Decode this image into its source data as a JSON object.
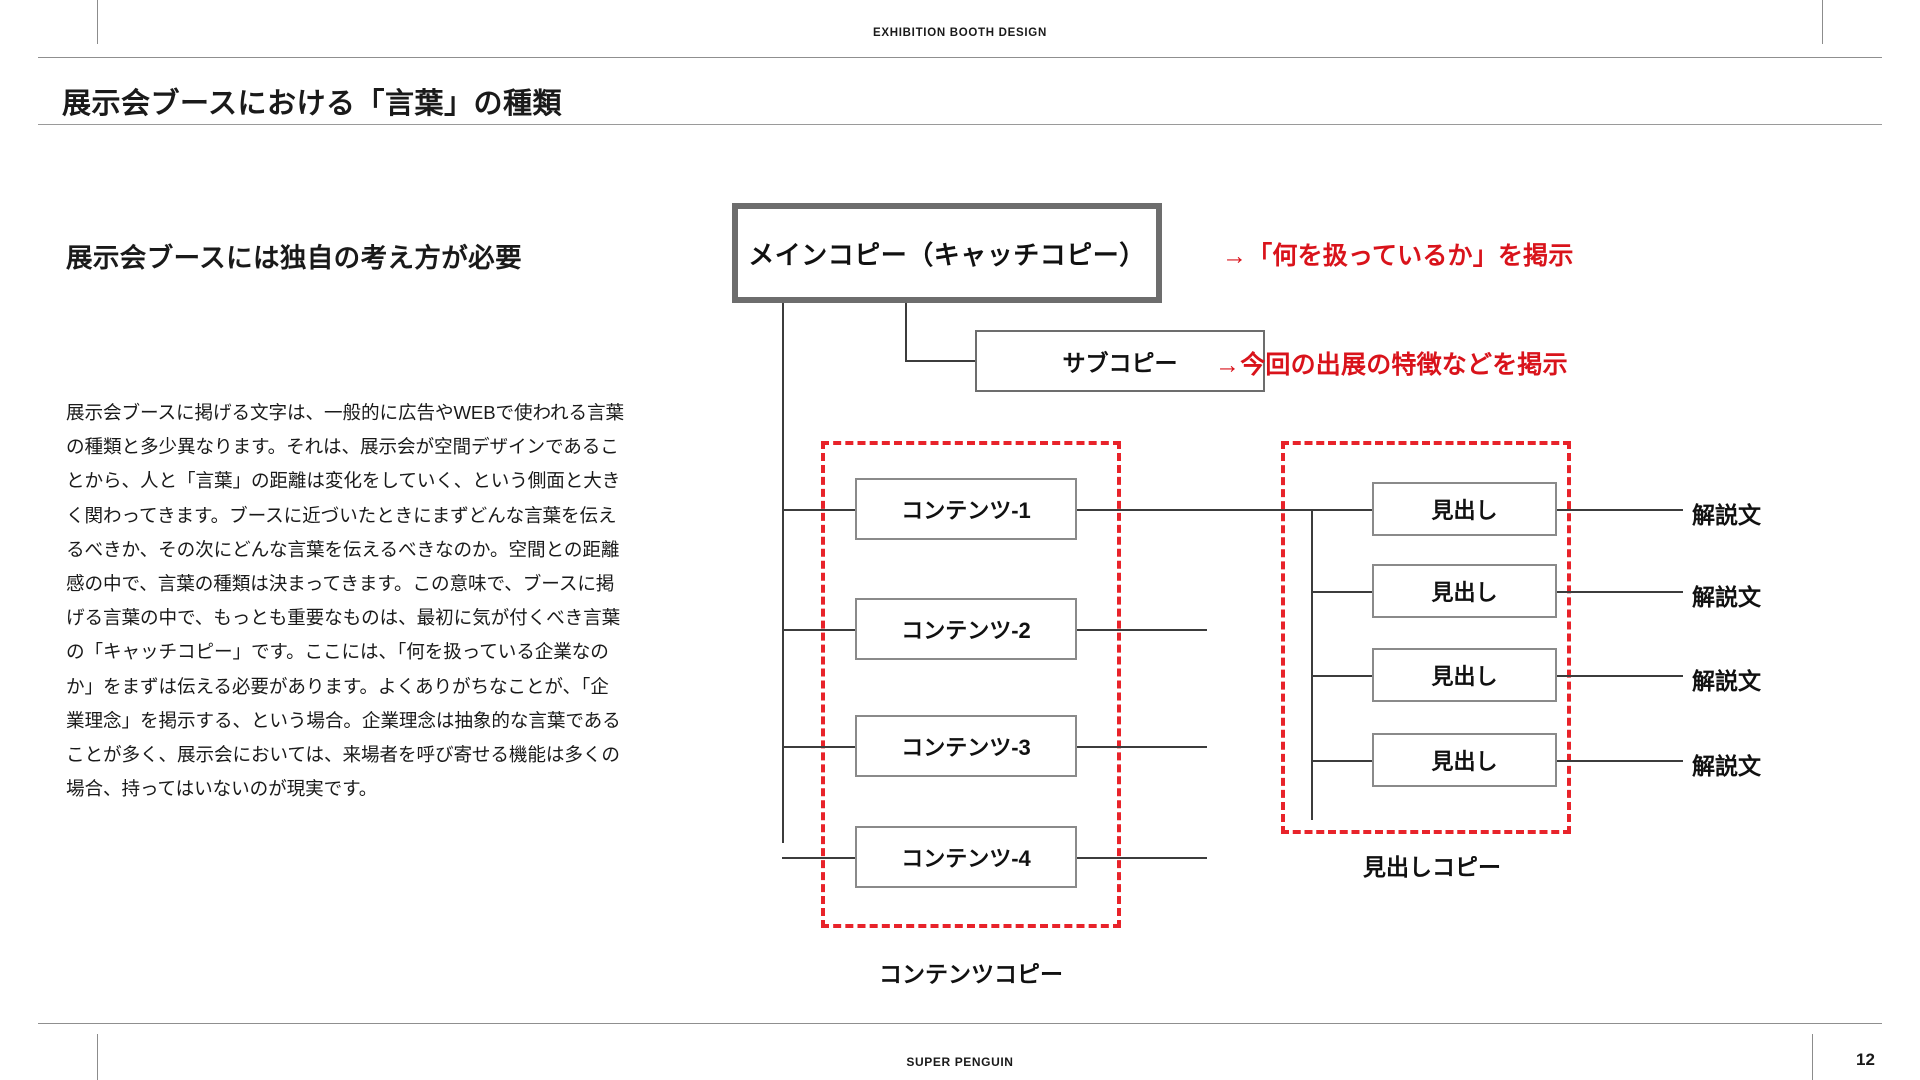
{
  "header": {
    "label": "EXHIBITION BOOTH DESIGN"
  },
  "page_title": "展示会ブースにおける「言葉」の種類",
  "left_column": {
    "lead_heading": "展示会ブースには独自の考え方が必要",
    "body_copy": "展示会ブースに掲げる文字は、一般的に広告やWEBで使われる言葉の種類と多少異なります。それは、展示会が空間デザインであることから、人と「言葉」の距離は変化をしていく、という側面と大きく関わってきます。ブースに近づいたときにまずどんな言葉を伝えるべきか、その次にどんな言葉を伝えるべきなのか。空間との距離感の中で、言葉の種類は決まってきます。この意味で、ブースに掲げる言葉の中で、もっとも重要なものは、最初に気が付くべき言葉の「キャッチコピー」です。ここには、「何を扱っている企業なのか」をまずは伝える必要があります。よくありがちなことが、「企業理念」を掲示する、という場合。企業理念は抽象的な言葉であることが多く、展示会においては、来場者を呼び寄せる機能は多くの場合、持ってはいないのが現実です。"
  },
  "diagram": {
    "main_copy": "メインコピー（キャッチコピー）",
    "sub_copy": "サブコピー",
    "contents": [
      "コンテンツ-1",
      "コンテンツ-2",
      "コンテンツ-3",
      "コンテンツ-4"
    ],
    "headings": [
      "見出し",
      "見出し",
      "見出し",
      "見出し"
    ],
    "explanations": [
      "解説文",
      "解説文",
      "解説文",
      "解説文"
    ],
    "annotations": [
      "→「何を扱っているか」を掲示",
      "→今回の出展の特徴などを掲示"
    ],
    "captions": {
      "contents_group": "コンテンツコピー",
      "headings_group": "見出しコピー"
    },
    "colors": {
      "annotation_red": "#d9131b",
      "dashed_red": "#e8232a",
      "main_box_border": "#6d6d6d",
      "node_border": "#8a8a8a",
      "connector": "#3c3c3c"
    }
  },
  "footer": {
    "brand": "SUPER PENGUIN",
    "page_number": "12"
  }
}
